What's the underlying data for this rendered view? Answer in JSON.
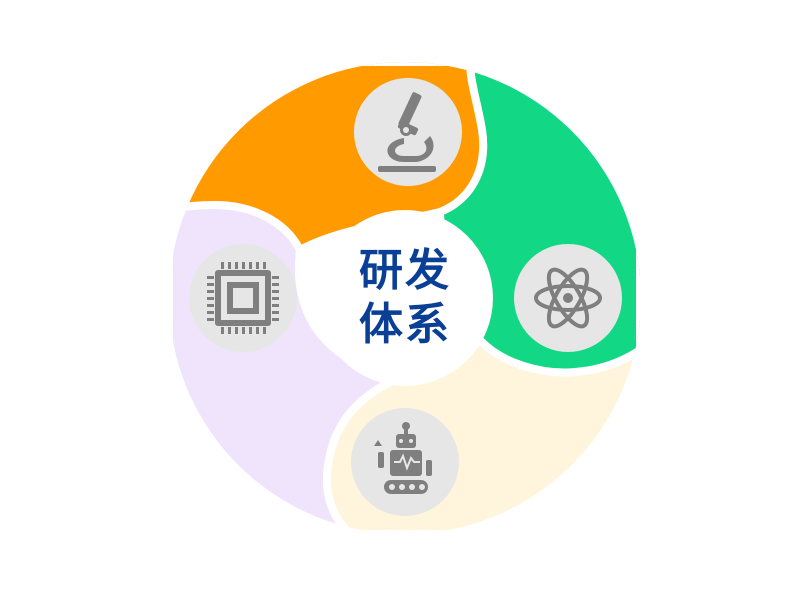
{
  "diagram": {
    "center_title": {
      "line1": "研发",
      "line2": "体系"
    },
    "colors": {
      "title": "#0a3f96",
      "icon": "#7f7f7f",
      "icon_bg": "#e6e6e6",
      "orange": "#ff9a00",
      "green": "#12d784",
      "cream": "#fff5dc",
      "lavender": "#efe4fb"
    },
    "segments": [
      {
        "color_key": "orange",
        "icon": "microscope-icon"
      },
      {
        "color_key": "green",
        "icon": "atom-icon"
      },
      {
        "color_key": "cream",
        "icon": "robot-icon"
      },
      {
        "color_key": "lavender",
        "icon": "cpu-chip-icon"
      }
    ]
  }
}
